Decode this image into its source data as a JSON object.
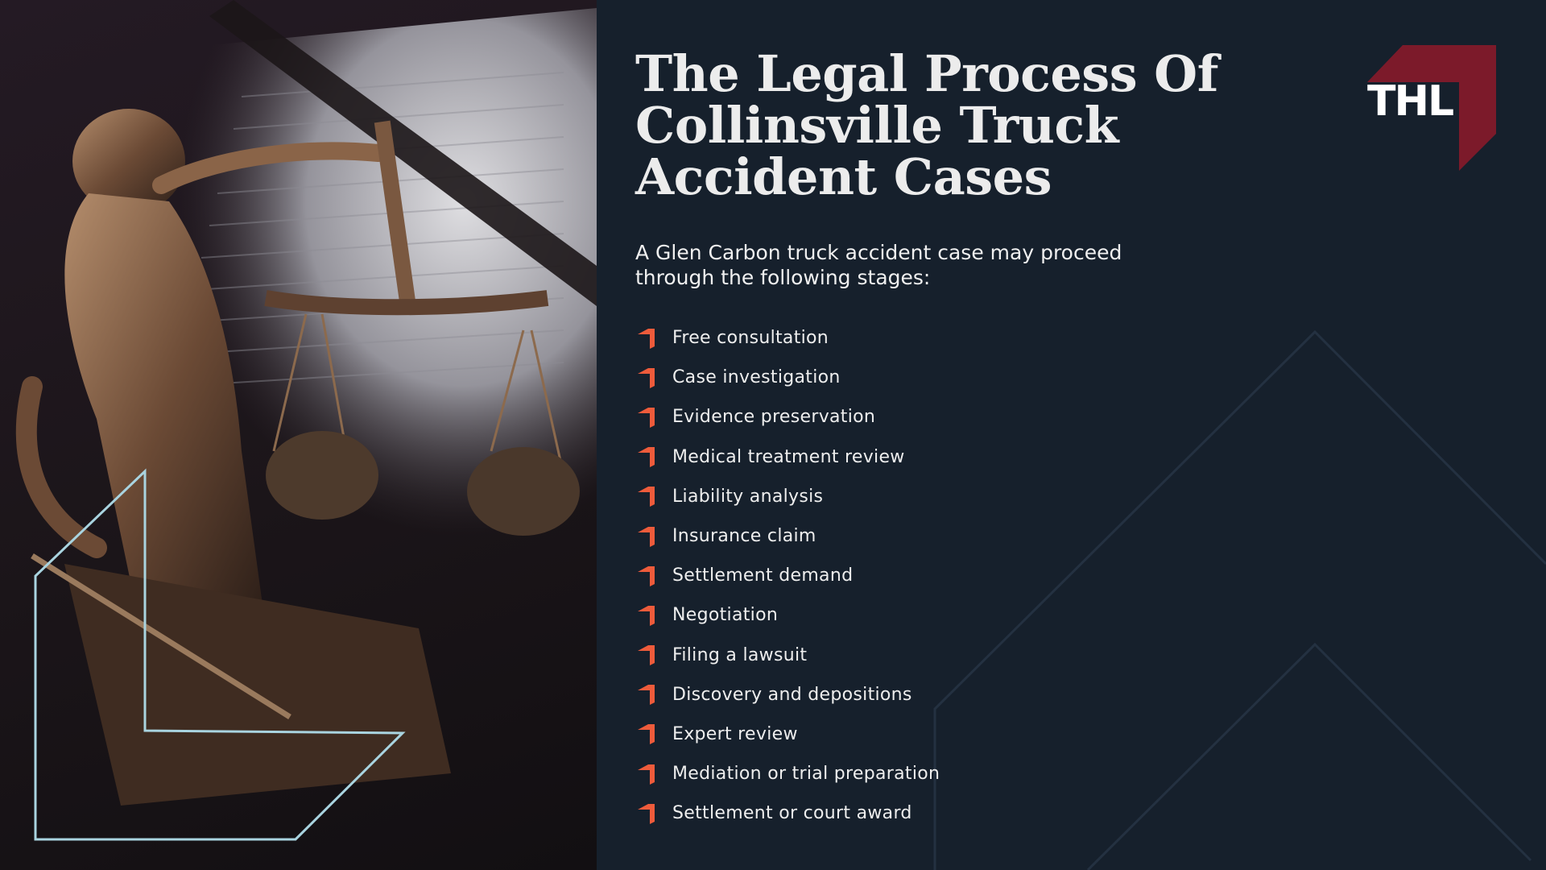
{
  "title_lines": [
    "The Legal Process Of",
    "Collinsville Truck",
    "Accident Cases"
  ],
  "intro_lines": [
    "A Glen Carbon truck accident case may proceed",
    "through the following stages:"
  ],
  "stages": [
    "Free consultation",
    "Case investigation",
    "Evidence preservation",
    "Medical treatment review",
    "Liability analysis",
    "Insurance claim",
    "Settlement demand",
    "Negotiation",
    "Filing a lawsuit",
    "Discovery and depositions",
    "Expert review",
    "Mediation or trial preparation",
    "Settlement or court award"
  ],
  "logo": {
    "text": "THL"
  },
  "icons": {
    "bullet": "orange-corner-arrow-icon",
    "photo": "lady-justice-statue-photo"
  },
  "colors": {
    "background": "#16202c",
    "title": "#ececec",
    "bullet": "#ee5b3b",
    "logo_red": "#7c1a2a",
    "outline": "#a9d4e0"
  }
}
